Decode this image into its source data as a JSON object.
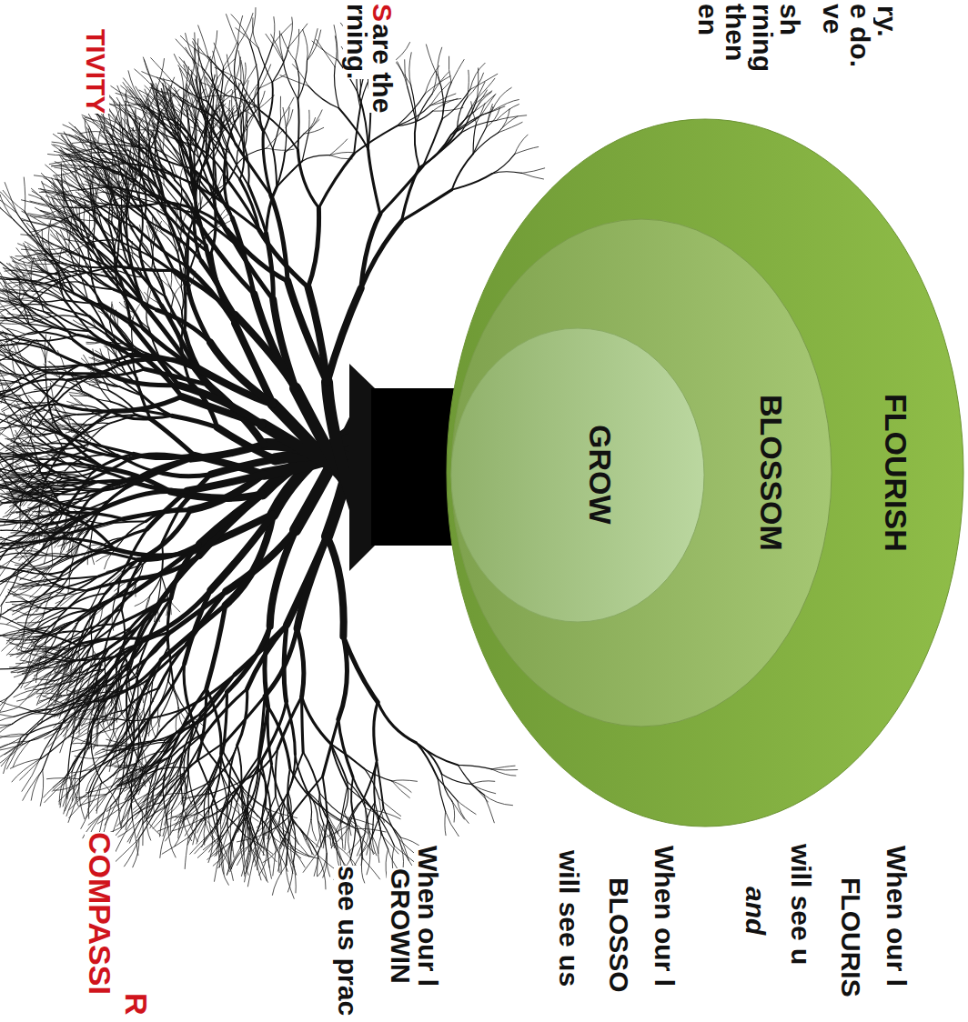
{
  "diagram": {
    "nodes": [
      {
        "text": [
          "FLOURISH"
        ]
      },
      {
        "text": [
          "BLOSSOM"
        ],
        "in": 0
      },
      {
        "text": [
          "GROW"
        ],
        "in": 1
      }
    ],
    "labels": [
      "ry.",
      "e do.",
      "ve",
      "sh",
      "rning",
      "then",
      "en",
      "S",
      "are the",
      "rning.",
      "TIVITY",
      "When our l",
      "FLOURIS",
      "will see u",
      "and",
      "When our l",
      "BLOSSO",
      "will see us",
      "When our l",
      "GROWIN",
      "see us prac",
      "R",
      "COMPASSI"
    ]
  }
}
